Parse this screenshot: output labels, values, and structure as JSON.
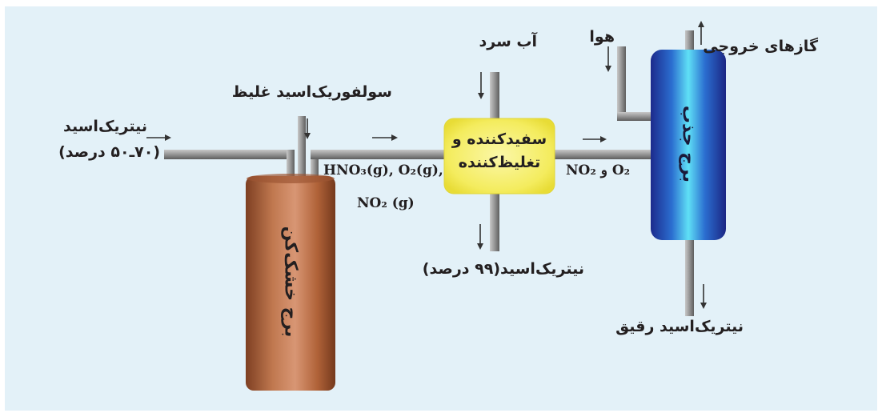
{
  "labels": {
    "nitric_acid_in_line1": "نیتریک‌اسید",
    "nitric_acid_in_line2": "(۷۰ـ۵۰ درصد)",
    "sulfuric_acid": "سولفوریک‌اسید غلیظ",
    "dryer_tower": "برج خشک‌کن",
    "gases_line1": "HNO₃(g), O₂(g),",
    "gases_line2": "NO₂ (g)",
    "cold_water": "آب سرد",
    "bleacher_line1": "سفیدکننده و",
    "bleacher_line2": "تغلیظ‌کننده",
    "nitric_acid_99": "نیتریک‌اسید(۹۹ درصد)",
    "no2_o2": "NO₂ و O₂",
    "air": "هوا",
    "exhaust_gases": "گازهای خروجی",
    "absorption_tower": "برج جذب",
    "dilute_nitric_acid": "نیتریک‌اسید رقیق"
  },
  "colors": {
    "background": "#e3f1f8",
    "pipe": "#8a8a8a",
    "dryer_tower": "#b8673f",
    "bleacher_box": "#f5ef6a",
    "absorption_tower": "#2b3fa5",
    "absorption_core": "#4fd2f0"
  }
}
